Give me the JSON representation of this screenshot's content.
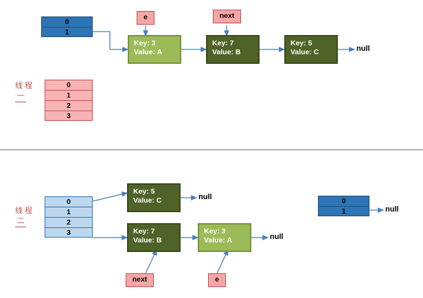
{
  "diagram": {
    "title_hidden": "",
    "colors": {
      "node_light": "#9bbb59",
      "node_dark": "#4f6228",
      "chip": "#f5a6a6",
      "array_blue": "#2e75b6",
      "array_lightblue": "#bdd7ee",
      "array_red": "#f8b4b4",
      "arrow": "#4a7ebb",
      "divider": "#7f7f7f"
    },
    "top": {
      "thread_label_line1": "线",
      "thread_label_line2": "程",
      "thread_label_line3": "一",
      "blue_array": [
        "0",
        "1"
      ],
      "red_array": [
        "0",
        "1",
        "2",
        "3"
      ],
      "chips": [
        {
          "name": "e",
          "label": "e"
        },
        {
          "name": "next",
          "label": "next"
        }
      ],
      "nodes": [
        {
          "key_line": "Key: 3",
          "value_line": "Value: A",
          "shade": "light"
        },
        {
          "key_line": "Key: 7",
          "value_line": "Value: B",
          "shade": "dark"
        },
        {
          "key_line": "Key: 5",
          "value_line": "Value: C",
          "shade": "dark"
        }
      ],
      "null_label": "null"
    },
    "bottom": {
      "thread_label_line1": "线",
      "thread_label_line2": "程",
      "thread_label_line3": "二",
      "lightblue_array": [
        "0",
        "1",
        "2",
        "3"
      ],
      "blue_array": [
        "0",
        "1"
      ],
      "chips": [
        {
          "name": "next",
          "label": "next"
        },
        {
          "name": "e",
          "label": "e"
        }
      ],
      "row1_nodes": [
        {
          "key_line": "Key: 5",
          "value_line": "Value: C",
          "shade": "dark"
        }
      ],
      "row1_null": "null",
      "row2_nodes": [
        {
          "key_line": "Key: 7",
          "value_line": "Value: B",
          "shade": "dark"
        },
        {
          "key_line": "Key: 3",
          "value_line": "Value: A",
          "shade": "light"
        }
      ],
      "row2_null": "null",
      "right_null": "null"
    }
  }
}
